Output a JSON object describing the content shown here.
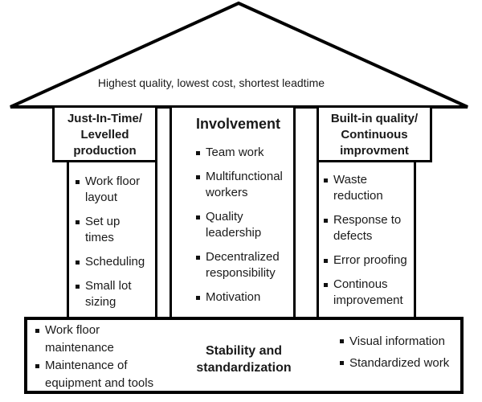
{
  "colors": {
    "line": "#000000",
    "text": "#1a1a1a",
    "background": "#ffffff"
  },
  "roof": {
    "slogan": "Highest quality, lowest cost, shortest leadtime"
  },
  "pillars": [
    {
      "title": "Just-In-Time/\nLevelled\nproduction",
      "items": [
        "Work floor\nlayout",
        "Set up times",
        "Scheduling",
        "Small lot\nsizing"
      ]
    },
    {
      "title": "Involvement",
      "items": [
        "Team work",
        "Multifunctional\nworkers",
        "Quality\nleadership",
        "Decentralized\nresponsibility",
        "Motivation"
      ]
    },
    {
      "title": "Built-in quality/\nContinuous\nimprovment",
      "items": [
        "Waste\nreduction",
        "Response to\ndefects",
        "Error proofing",
        "Continous\nimprovement"
      ]
    }
  ],
  "foundation": {
    "title": "Stability and standardization",
    "left_items": [
      "Work floor\nmaintenance",
      "Maintenance of\nequipment and tools"
    ],
    "right_items": [
      "Visual information",
      "Standardized work"
    ]
  }
}
